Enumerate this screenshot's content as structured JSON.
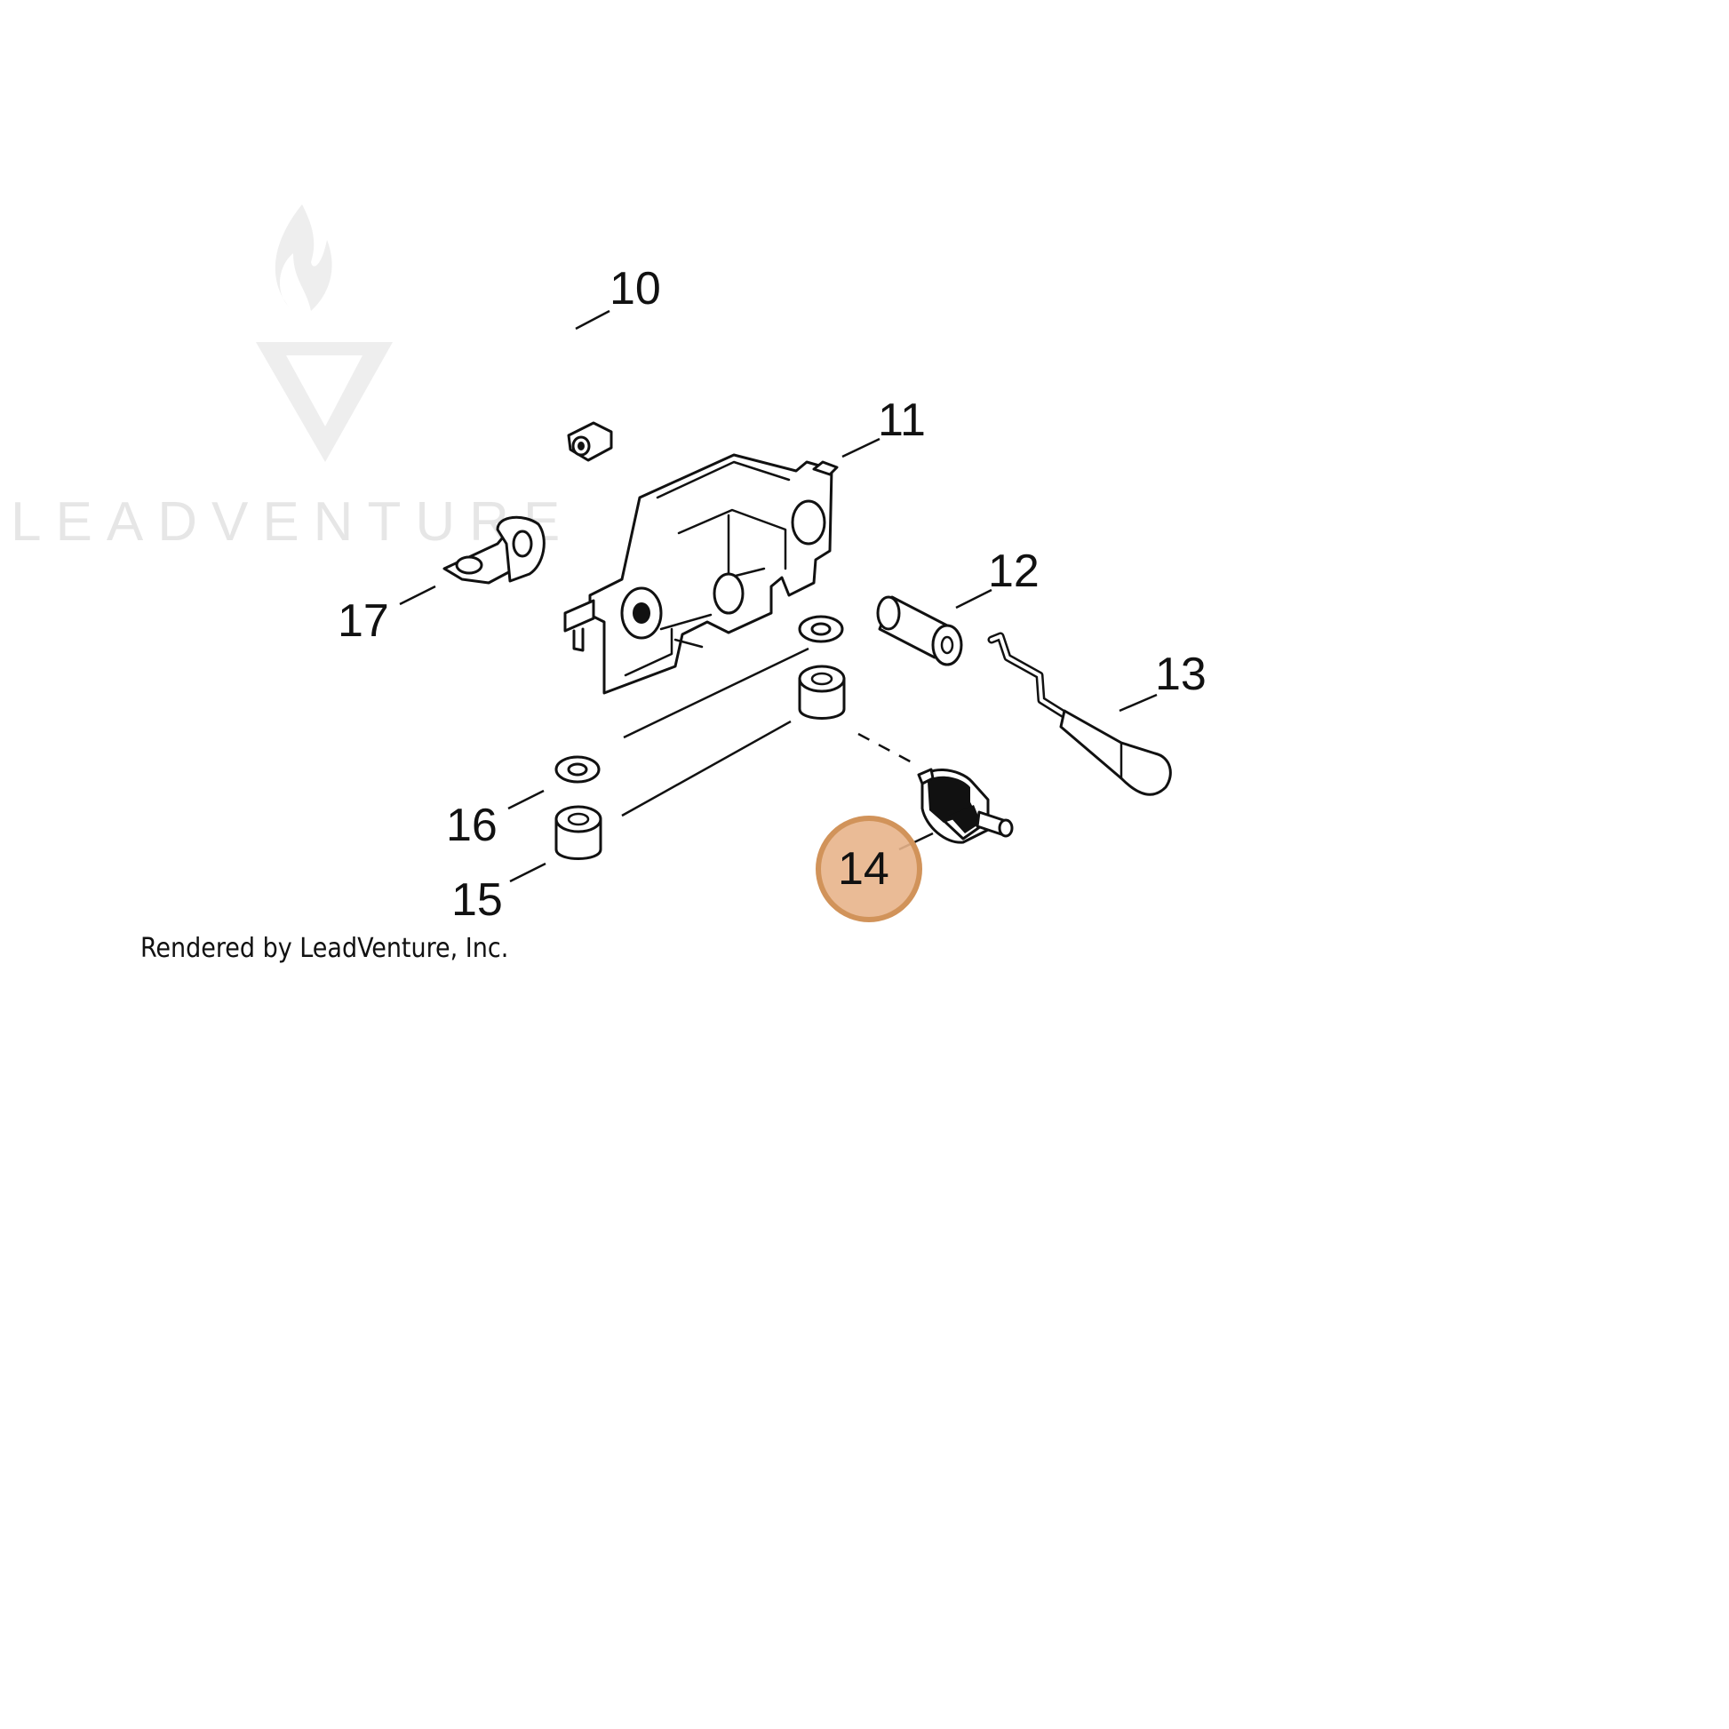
{
  "watermark": {
    "text": "LEADVENTURE",
    "logo_icon": "leadventure-flame-v-logo"
  },
  "credit": "Rendered by LeadVenture, Inc.",
  "highlight_color": "#d1935a",
  "highlight_fill": "#e8b48b",
  "callouts": [
    {
      "id": "10",
      "label": "10"
    },
    {
      "id": "11",
      "label": "11"
    },
    {
      "id": "12",
      "label": "12"
    },
    {
      "id": "13",
      "label": "13"
    },
    {
      "id": "14",
      "label": "14",
      "highlighted": true
    },
    {
      "id": "15",
      "label": "15"
    },
    {
      "id": "16",
      "label": "16"
    },
    {
      "id": "17",
      "label": "17"
    }
  ]
}
